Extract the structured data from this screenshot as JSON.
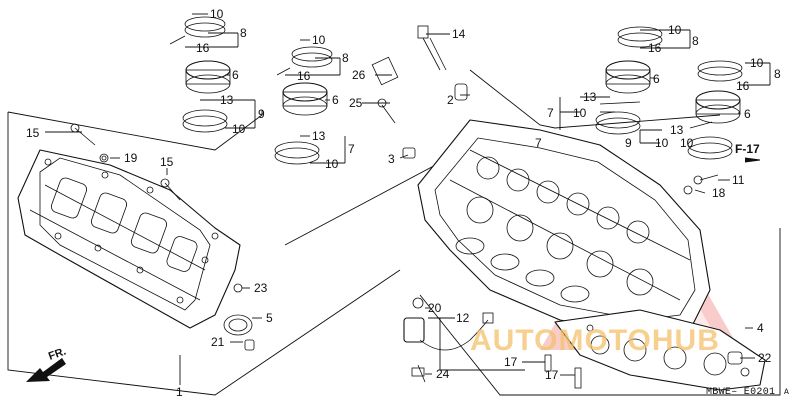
{
  "callouts": {
    "c1": "1",
    "c2": "2",
    "c3": "3",
    "c4": "4",
    "c5": "5",
    "c6a": "6",
    "c6b": "6",
    "c6c": "6",
    "c6d": "6",
    "c7a": "7",
    "c7b": "7",
    "c7c": "7",
    "c8a": "8",
    "c8b": "8",
    "c8c": "8",
    "c8d": "8",
    "c9a": "9",
    "c9b": "9",
    "c10a": "10",
    "c10b": "10",
    "c10c": "10",
    "c10d": "10",
    "c10e": "10",
    "c10f": "10",
    "c10g": "10",
    "c10h": "10",
    "c10i": "10",
    "c11": "11",
    "c12": "12",
    "c13a": "13",
    "c13b": "13",
    "c13c": "13",
    "c13d": "13",
    "c14": "14",
    "c15a": "15",
    "c15b": "15",
    "c16a": "16",
    "c16b": "16",
    "c16c": "16",
    "c16d": "16",
    "c17a": "17",
    "c17b": "17",
    "c18": "18",
    "c19": "19",
    "c20": "20",
    "c21": "21",
    "c22": "22",
    "c23": "23",
    "c24": "24",
    "c25": "25",
    "c26": "26"
  },
  "reference": {
    "figure_code": "F-17",
    "front_label": "FR.",
    "diagram_code": "MBWE– E0201",
    "diagram_code_suffix": "A"
  },
  "watermark": {
    "text": "AUTOMOTOHUB",
    "color": "#e5342b"
  }
}
